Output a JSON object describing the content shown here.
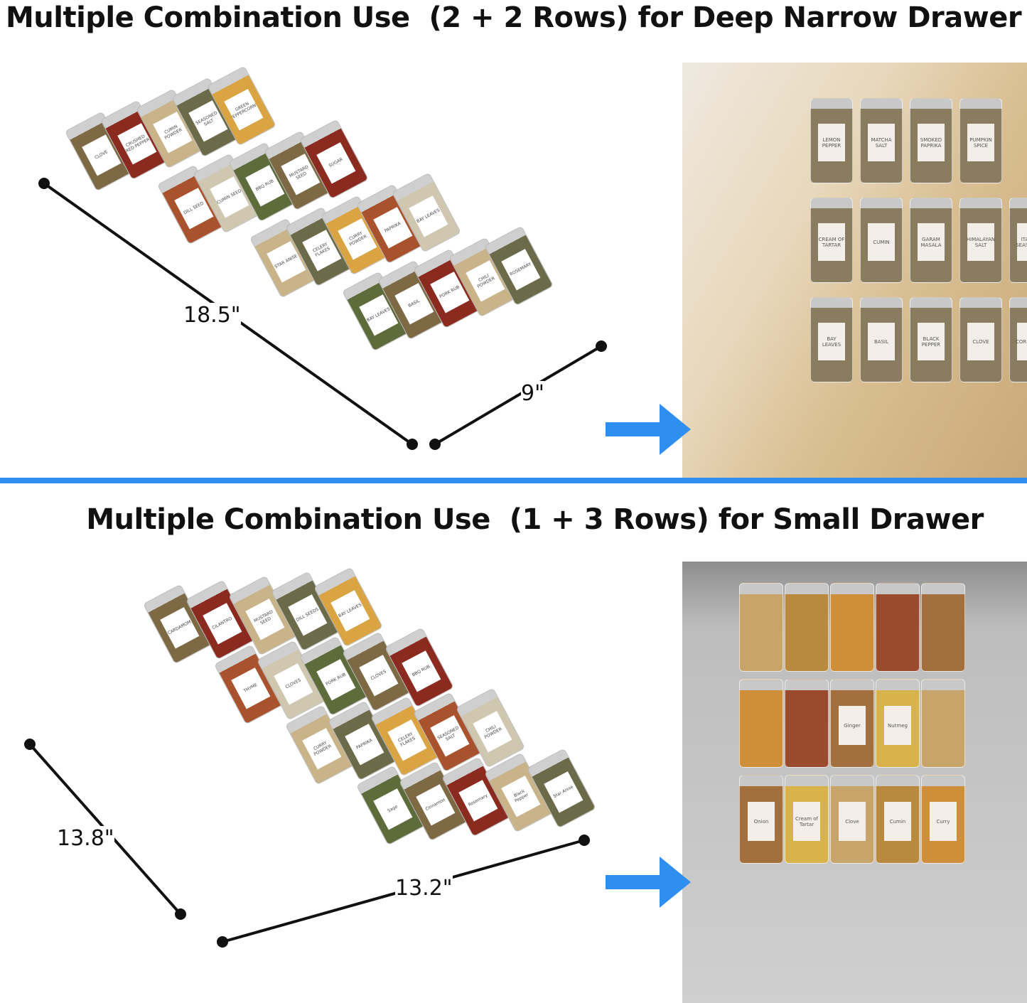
{
  "top_section": {
    "title": "Multiple Combination Use  (2 + 2 Rows) for Deep Narrow Drawer",
    "dimension_length": "18.5\"",
    "dimension_width": "9\"",
    "rack_jars": [
      [
        "CLOVE",
        "CRUSHED RED PEPPER",
        "CUMIN POWDER",
        "SEASONED SALT",
        "GREEN PEPPERCORNS"
      ],
      [
        "DILL SEED",
        "CUMIN SEED",
        "BBQ RUB",
        "MUSTARD SEED",
        "SUGAR"
      ],
      [
        "STAR ANISE",
        "CELERY FLAKES",
        "CURRY POWDER",
        "PAPRIKA",
        "BAY LEAVES"
      ],
      [
        "BAY LEAVES",
        "BASIL",
        "PORK RUB",
        "CHILI POWDER",
        "ROSEMARY"
      ]
    ],
    "photo_jars": [
      [
        "LEMON PEPPER",
        "MATCHA SALT",
        "SMOKED PAPRIKA",
        "PUMPKIN SPICE"
      ],
      [
        "CREAM OF TARTAR",
        "CUMIN",
        "GARAM MASALA",
        "HIMALAYAN SALT",
        "ITALIAN SEASONING"
      ],
      [
        "BAY LEAVES",
        "BASIL",
        "BLACK PEPPER",
        "CLOVE",
        "CORIANDER"
      ]
    ]
  },
  "bottom_section": {
    "title": "Multiple Combination Use  (1 + 3 Rows) for Small Drawer",
    "dimension_depth": "13.8\"",
    "dimension_width": "13.2\"",
    "rack_jars": [
      [
        "CARDAMOM",
        "CILANTRO",
        "MUSTARD SEED",
        "DILL SEEDS",
        "BAY LEAVES"
      ],
      [
        "THYME",
        "CLOVES",
        "PORK RUB",
        "CLOVES",
        "BBQ RUB"
      ],
      [
        "CURRY POWDER",
        "PAPRIKA",
        "CELERY FLAKES",
        "SEASONED SALT",
        "CHILI POWDER"
      ],
      [
        "Sage",
        "Cinnamon",
        "Rosemary",
        "Black Pepper",
        "Star Anise"
      ]
    ],
    "photo_jars": [
      [
        "",
        "",
        "",
        "",
        ""
      ],
      [
        "",
        "",
        "Ginger",
        "Nutmeg",
        ""
      ],
      [
        "Onion",
        "Cream of Tartar",
        "Clove",
        "Cumin",
        "Curry"
      ]
    ]
  },
  "colors": {
    "accent": "#2f8ff0",
    "text": "#111111"
  },
  "icons": {
    "arrow": "arrow-right-icon"
  }
}
